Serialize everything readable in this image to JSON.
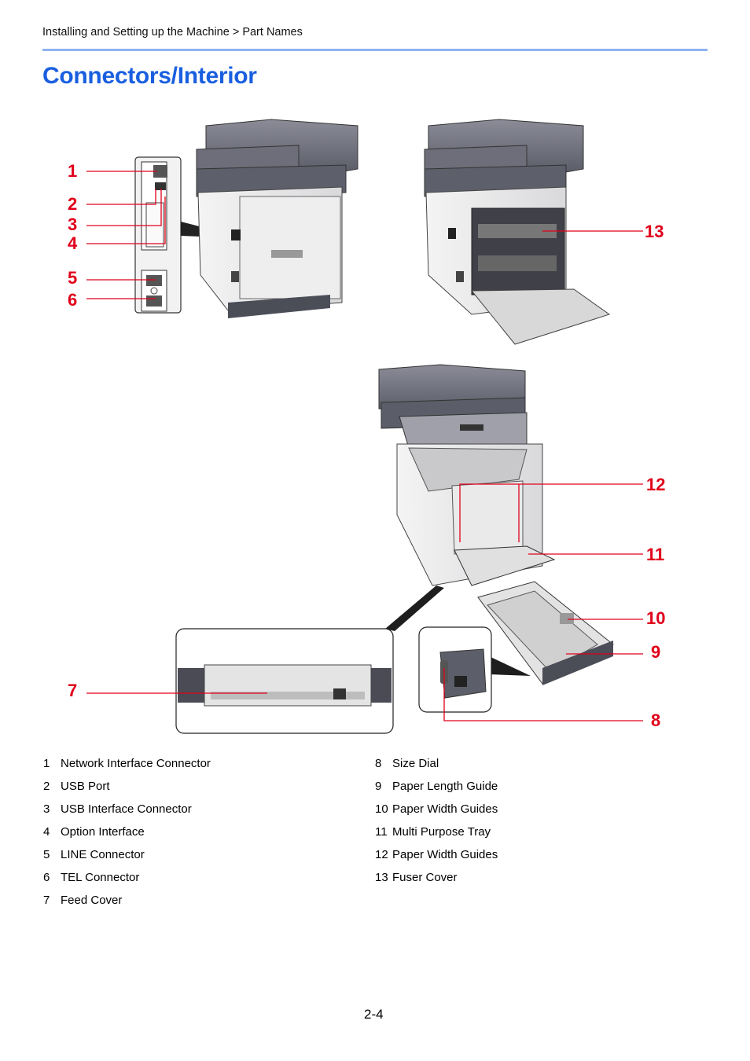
{
  "header": {
    "breadcrumb": "Installing and Setting up the Machine > Part Names"
  },
  "page": {
    "title": "Connectors/Interior",
    "number": "2-4"
  },
  "colors": {
    "title": "#1a5fe0",
    "callout": "#e0001b",
    "rule": "#8fb3f0"
  },
  "callouts": [
    "1",
    "2",
    "3",
    "4",
    "5",
    "6",
    "7",
    "8",
    "9",
    "10",
    "11",
    "12",
    "13"
  ],
  "legend_left": [
    {
      "num": "1",
      "label": "Network Interface Connector"
    },
    {
      "num": "2",
      "label": "USB Port"
    },
    {
      "num": "3",
      "label": "USB Interface Connector"
    },
    {
      "num": "4",
      "label": "Option Interface"
    },
    {
      "num": "5",
      "label": "LINE Connector"
    },
    {
      "num": "6",
      "label": "TEL Connector"
    },
    {
      "num": "7",
      "label": "Feed Cover"
    }
  ],
  "legend_right": [
    {
      "num": "8",
      "label": "Size Dial"
    },
    {
      "num": "9",
      "label": "Paper Length Guide"
    },
    {
      "num": "10",
      "label": "Paper Width Guides"
    },
    {
      "num": "11",
      "label": "Multi Purpose Tray"
    },
    {
      "num": "12",
      "label": "Paper Width Guides"
    },
    {
      "num": "13",
      "label": "Fuser Cover"
    }
  ]
}
